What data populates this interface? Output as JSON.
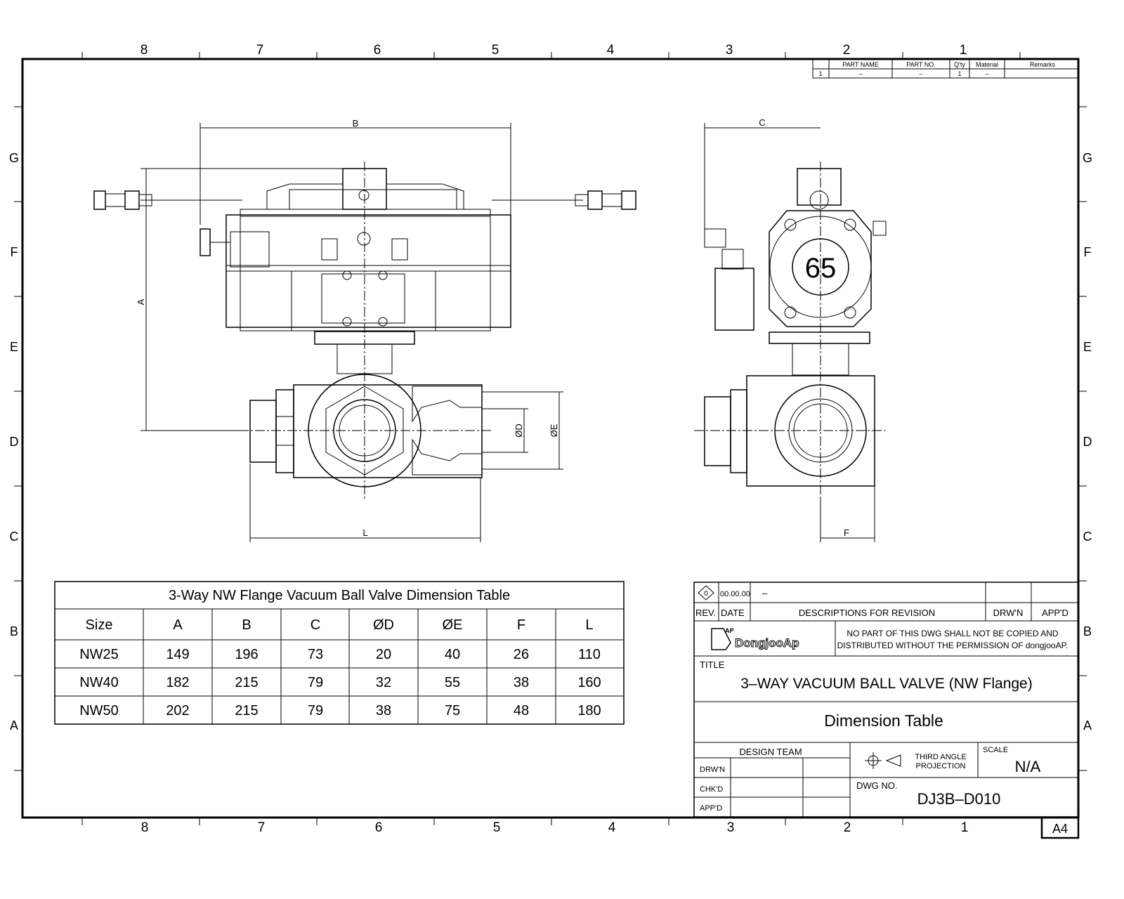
{
  "border": {
    "columns": [
      "8",
      "7",
      "6",
      "5",
      "4",
      "3",
      "2",
      "1"
    ],
    "rows": [
      "G",
      "F",
      "E",
      "D",
      "C",
      "B",
      "A"
    ],
    "sheet_size": "A4"
  },
  "parts_list": {
    "headers": [
      "PART NAME",
      "PART NO.",
      "Q'ty",
      "Material",
      "Remarks"
    ],
    "rows": [
      [
        "1",
        "–",
        "–",
        "1",
        "–",
        ""
      ]
    ]
  },
  "views": {
    "front": {
      "dims": {
        "A": "A",
        "B": "B",
        "D": "ØD",
        "E": "ØE",
        "L": "L"
      }
    },
    "side": {
      "dims": {
        "C": "C",
        "F": "F"
      },
      "actuator_label": "65"
    }
  },
  "dimension_table": {
    "title": "3-Way  NW  Flange  Vacuum  Ball  Valve  Dimension  Table",
    "headers": [
      "Size",
      "A",
      "B",
      "C",
      "ØD",
      "ØE",
      "F",
      "L"
    ],
    "rows": [
      [
        "NW25",
        "149",
        "196",
        "73",
        "20",
        "40",
        "26",
        "110"
      ],
      [
        "NW40",
        "182",
        "215",
        "79",
        "32",
        "55",
        "38",
        "160"
      ],
      [
        "NW50",
        "202",
        "215",
        "79",
        "38",
        "75",
        "48",
        "180"
      ]
    ]
  },
  "title_block": {
    "rev_symbol": "0",
    "rev_date": "00.00.00",
    "rev_desc": "–",
    "rev_label": "REV.",
    "date_label": "DATE",
    "desc_label": "DESCRIPTIONS  FOR  REVISION",
    "drwn_label": "DRW'N",
    "appd_label": "APP'D",
    "company": "DongjooAp",
    "company_mark": "AP",
    "notice_line1": "NO  PART  OF  THIS  DWG  SHALL  NOT  BE  COPIED  AND",
    "notice_line2": "DISTRIBUTED  WITHOUT  THE  PERMISSION  OF  dongjooAP.",
    "title_label": "TITLE",
    "title": "3–WAY  VACUUM  BALL  VALVE  (NW  Flange)",
    "subtitle": "Dimension  Table",
    "design_team": "DESIGN  TEAM",
    "signoffs": [
      "DRW'N",
      "CHK'D",
      "APP'D"
    ],
    "projection_line1": "THIRD  ANGLE",
    "projection_line2": "PROJECTION",
    "scale_label": "SCALE",
    "scale": "N/A",
    "dwg_no_label": "DWG  NO.",
    "dwg_no": "DJ3B–D010"
  }
}
